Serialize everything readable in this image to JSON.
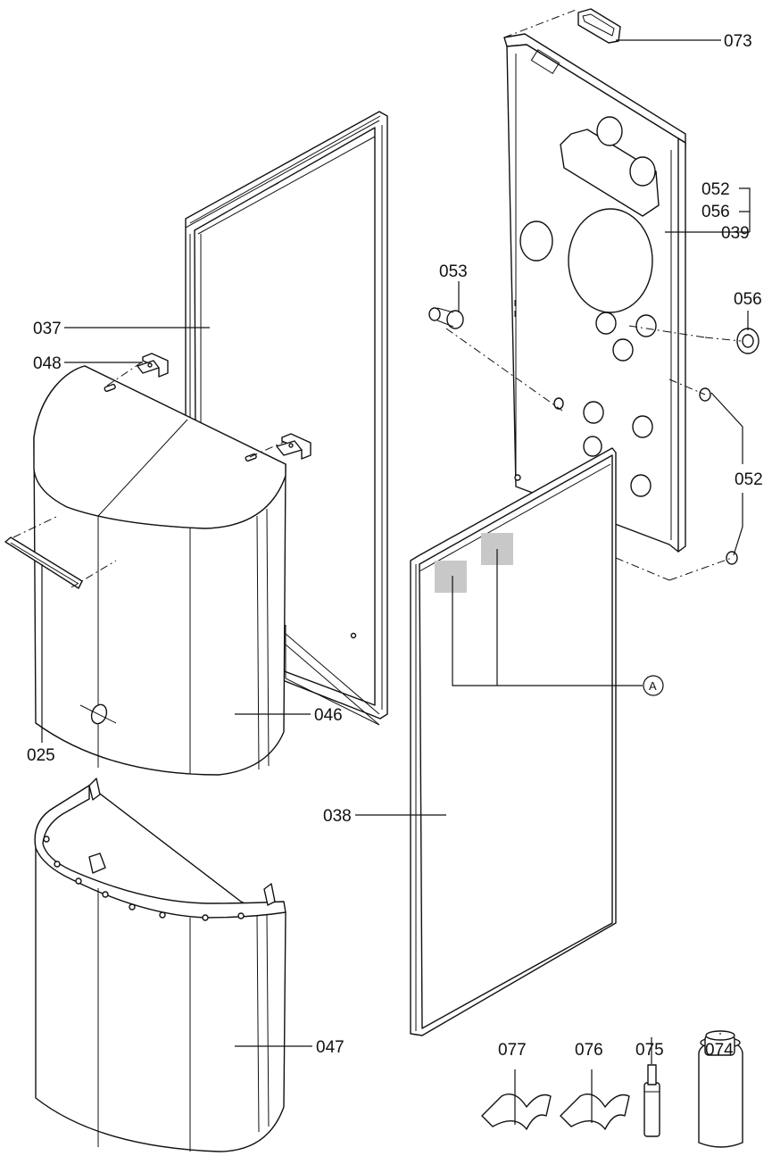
{
  "colors": {
    "line": "#111111",
    "background": "#ffffff",
    "label_patch": "#c8c8c8"
  },
  "callouts": {
    "c073": "073",
    "c052a": "052",
    "c056a": "056",
    "c039": "039",
    "c053": "053",
    "c056b": "056",
    "c037": "037",
    "c048": "048",
    "c052b": "052",
    "cA": "A",
    "c046": "046",
    "c025": "025",
    "c038": "038",
    "c047": "047",
    "c077": "077",
    "c076": "076",
    "c075": "075",
    "c074": "074"
  }
}
